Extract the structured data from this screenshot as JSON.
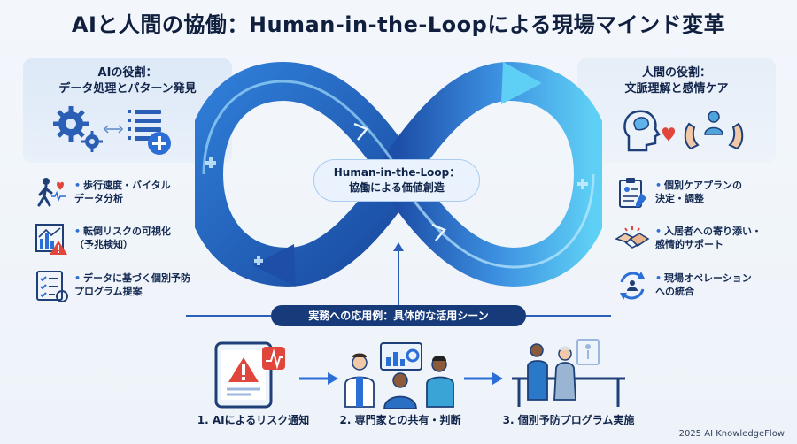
{
  "title": "AIと人間の協働：Human-in-the-Loopによる現場マインド変革",
  "ai_role": {
    "title_line1": "AIの役割：",
    "title_line2": "データ処理とパターン発見",
    "items": [
      {
        "line1": "歩行速度・バイタル",
        "line2": "データ分析",
        "icon": "walking-person-icon"
      },
      {
        "line1": "転倒リスクの可視化",
        "line2": "（予兆検知）",
        "icon": "risk-chart-icon"
      },
      {
        "line1": "データに基づく個別予防",
        "line2": "プログラム提案",
        "icon": "checklist-icon"
      }
    ]
  },
  "human_role": {
    "title_line1": "人間の役割：",
    "title_line2": "文脈理解と感情ケア",
    "items": [
      {
        "line1": "個別ケアプランの",
        "line2": "決定・調整",
        "icon": "care-plan-icon"
      },
      {
        "line1": "入居者への寄り添い・",
        "line2": "感情的サポート",
        "icon": "handshake-icon"
      },
      {
        "line1": "現場オペレーション",
        "line2": "への統合",
        "icon": "cycle-icon"
      }
    ]
  },
  "center": {
    "line1": "Human-in-the-Loop：",
    "line2": "協働による価値創造"
  },
  "application": {
    "ribbon": "実務への応用例：具体的な活用シーン",
    "steps": [
      {
        "label": "1. AIによるリスク通知",
        "icon": "tablet-alert-icon"
      },
      {
        "label": "2. 専門家との共有・判断",
        "icon": "team-discussion-icon"
      },
      {
        "label": "3. 個別予防プログラム実施",
        "icon": "rehab-support-icon"
      }
    ]
  },
  "footer": "2025 AI KnowledgeFlow",
  "colors": {
    "accent": "#2b6fd6",
    "dark_blue": "#173a7a",
    "alert_red": "#e03a3a",
    "loop_light": "#5fd0f5",
    "loop_dark": "#1d4fa8"
  }
}
